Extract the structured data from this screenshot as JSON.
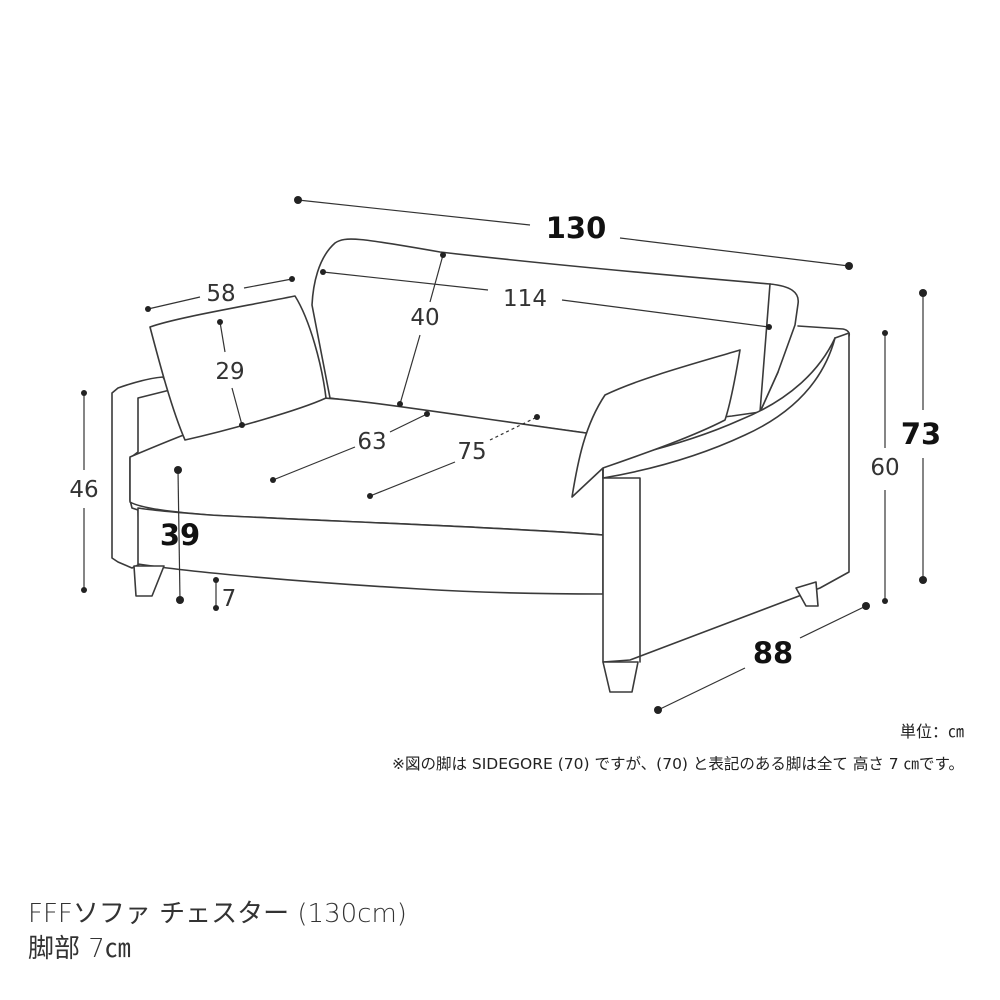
{
  "dimensions": {
    "width_total": "130",
    "backrest_width": "114",
    "backrest_height": "40",
    "cushion_width": "58",
    "cushion_height": "29",
    "seat_depth_inner": "63",
    "seat_width": "75",
    "arm_height": "46",
    "seat_height": "39",
    "leg_height": "7",
    "arm_side_height": "60",
    "height_total": "73",
    "depth_total": "88"
  },
  "notes": {
    "unit": "単位：㎝",
    "legs": "※図の脚は SIDEGORE (70) ですが、(70) と表記のある脚は全て 高さ 7 ㎝です。"
  },
  "product": {
    "title": "FFFソファ チェスター (130cm)",
    "subtitle": "脚部 7㎝"
  }
}
